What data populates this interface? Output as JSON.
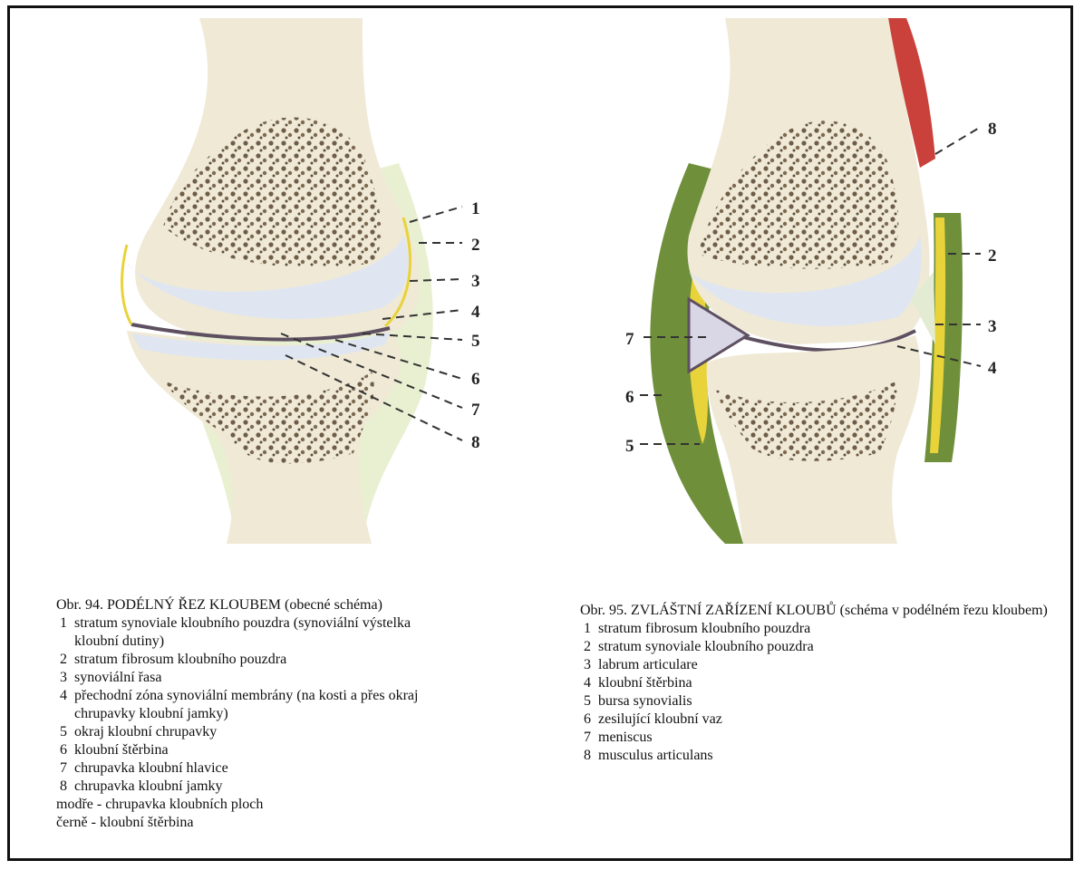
{
  "fig94": {
    "caption_title": "Obr. 94. PODÉLNÝ ŘEZ KLOUBEM (obecné schéma)",
    "labels": [
      "1",
      "2",
      "3",
      "4",
      "5",
      "6",
      "7",
      "8"
    ],
    "items": [
      {
        "n": "1",
        "text": "stratum synoviale kloubního pouzdra (synoviální výstelka",
        "cont": "kloubní dutiny)"
      },
      {
        "n": "2",
        "text": "stratum fibrosum kloubního pouzdra"
      },
      {
        "n": "3",
        "text": "synoviální řasa"
      },
      {
        "n": "4",
        "text": "přechodní zóna synoviální membrány (na kosti a přes okraj",
        "cont": "chrupavky kloubní jamky)"
      },
      {
        "n": "5",
        "text": "okraj kloubní chrupavky"
      },
      {
        "n": "6",
        "text": "kloubní štěrbina"
      },
      {
        "n": "7",
        "text": "chrupavka kloubní hlavice"
      },
      {
        "n": "8",
        "text": "chrupavka kloubní jamky"
      }
    ],
    "legend": [
      "modře - chrupavka kloubních ploch",
      "černě - kloubní štěrbina"
    ]
  },
  "fig95": {
    "caption_title": "Obr. 95. ZVLÁŠTNÍ ZAŘÍZENÍ KLOUBŮ (schéma v podélném řezu kloubem)",
    "labels": [
      "8",
      "2",
      "3",
      "4",
      "7",
      "6",
      "5"
    ],
    "items": [
      {
        "n": "1",
        "text": "stratum fibrosum kloubního pouzdra"
      },
      {
        "n": "2",
        "text": "stratum synoviale kloubního pouzdra"
      },
      {
        "n": "3",
        "text": "labrum articulare"
      },
      {
        "n": "4",
        "text": "kloubní štěrbina"
      },
      {
        "n": "5",
        "text": "bursa synovialis"
      },
      {
        "n": "6",
        "text": "zesilující kloubní vaz"
      },
      {
        "n": "7",
        "text": "meniscus"
      },
      {
        "n": "8",
        "text": "musculus articulans"
      }
    ]
  },
  "colors": {
    "bone": "#efe9d6",
    "spongy": "#6e5d48",
    "cartilage": "#dfe6f2",
    "synovial": "#e8d33a",
    "fibrous": "#6f8f3a",
    "muscle": "#c9413a",
    "gap": "#5e5060"
  }
}
